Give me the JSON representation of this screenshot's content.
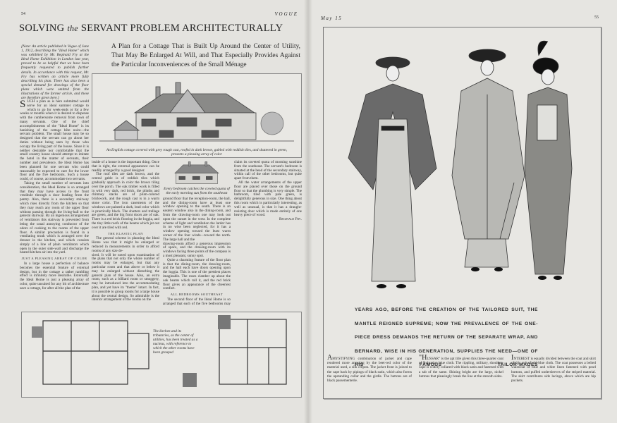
{
  "left_page": {
    "page_number": "54",
    "running_head": "VOGUE",
    "title_part1": "SOLVING",
    "title_the": "the",
    "title_part2": "SERVANT PROBLEM ARCHITECTURALLY",
    "editor_note": "[Note: An article published in Vogue of June 1, 1912, describing the \"Ideal Home\" which was exhibited by Mr. Reginald Fry at the Ideal Home Exhibition in London last year, proved to be so helpful that we have been frequently requested to publish further details. In accordance with this request, Mr. Fry has written an article more fully describing his plan. There has also been a special demand for drawings of the floor plans which were omitted from the illustrations of the former article, and these are therefore given here.]",
    "subtitle": "A Plan for a Cottage That is Built Up Around the Center of Utility, That May Be Enlarged At Will, and That Especially Provides Against the Particular Inconveniences of the Small Ménage",
    "cottage_caption": "An English cottage covered with grey rough cast, roofed in dark brown, gabled with reddish tiles, and shuttered in green, presents a pleasing array of color",
    "bedroom_caption": "Every bedroom catches the coveted quota of the early morning sun from the southeast",
    "kitchen_caption": "The kitchen and its tributaries, as the center of utilities, has been treated as a nucleus, with reference to which the other rooms have been grouped",
    "columns": {
      "c1_drop": "S",
      "c1_p1": "UCH a plan as is here submitted would serve for an ideal summer cottage to which to go for week-ends or for a few weeks or months when it is desired to dispense with the cumbersome removal from town of many servants. One of the chief accomplishments of the \"Ideal Home\" is its banishing of the cottage bête noire—the servant problem. The small house may be so designed that the servant can go about her duties without being seen by those who occupy the living part of the house. Since it is neither desirable nor comfortable that the small country house should attempt to imitate the hotel in the matter of servants, their number and prevalence, the Ideal Home has been planned for one servant who could reasonably be expected to care for the lower floor and the five bedrooms. Such a house could, of course, accommodate two servants.",
      "c1_p2": "Taking the small number of servants into consideration, the Ideal Home is so arranged that they may have access to the front vestibule through a door leading from the pantry. Also, there is a secondary stairway which rises directly from the kitchen so that they may reach any room of the upper floor without passing through the living-hall to the general stairway. By an ingenious arrangement of ventilators this stairway is prevented from being the usual annoying conductor of the odors of cooking to the rooms of the upper floor. A similar precaution is found in a ventilating trunk which is arranged over the dresser in the kitchen, and which consists simply of a line of plain ventilators which open in the outer side-wall and discharge the heated kitchen air into the yard.",
      "c1_heading": "JUST A PLEASING ARRAY OF COLOR",
      "c1_p3": "In a large house a perfection of balance becomes the essential feature of external design, but in the cottage a rather rambling effect is infinitely more desirable. Externally the Ideal Home is just a pleasing array of color, quite unsuited for any bit of architecture save a cottage, for after all the plan of the",
      "c2_p1": "inside of a house is the important thing. Once that is right, the external appearance can be readily arranged by a good designer.",
      "c2_p2": "The roof tiles are dark brown, and the central gable is of reddish tiles which gradually approach in color the brown tiling over the porch. The oak timber work is filled in with very dark, red brick, the plinths and chimney stacks are of plum-colored brickwork, and the rough cast is in a warm stone color. The iron casements of the windows are painted a dark, lead color which is practically black. The shutters and trellage are green, and the big front doors are of oak. There is a red brick flooring in the loggia, and the tiny little roofs of the beams which jut out over it are tiled with red.",
      "c2_heading": "THE ELASTIC PLAN",
      "c2_p3": "The general scheme in planning the Ideal Home was that it might be enlarged or reduced in measurements in order to afford rooms of any size de-",
      "c3_p1": "sired. It will be noted upon examination of the plans that not only the whole number of rooms may be enlarged, but that any particular room and that above or below it may be enlarged without disturbing the general plan of the house. Also, an extra room, such as a billiard room or smoggery, may be introduced into the accommodating plan, and yet have its \"theme\" intact. In fact, it is possible to group rooms for a large house about the central design. So admirable is the interior arrangement of the rooms on the",
      "c3_p2": "ground floor that the reception-room, the hall, and the dining-room have at least one window opening to the south. There is an eastern window also in the dining-room, and from the drawing-room one may look out upon the sunset in the west. In the complete scheme of light and ventilation the larder has in no wise been neglected, for it has a window opening toward the least warm corner of the four winds—toward the north. The large hall and the",
      "c4_p1": "drawing-room afford a generous impression of space, and the drawing-room with its windows facing three points of the compass is a most pleasant, sunny spot.",
      "c4_p2": "Quite a charming feature of the floor plan is that the dining-room, the drawing-room, and the hall each have doors opening upon the loggia. This is one of the prettiest places imaginable. The roses clamber up about the oak beams which roll it, and the red brick floor gives an appearance of the cheeriest comfort.",
      "c4_heading": "ALL BEDROOMS SOUTHEAST",
      "c4_p3": "The second floor of the Ideal Home is so arranged that each of the five bedrooms may claim its coveted quota of morning sunshine from the southeast. The servant's bedroom is situated at the head of the secondary stairway, within call of the other bedrooms, but quite apart from them.",
      "c4_p4": "All the water arrangements of the upper floor are placed over those on the ground floor so that the plumbing is very simple. The bathroom, tiled with pale green, is delightfully generous in size. One thing about this room which is particularly interesting, as well as unusual, is that it has a draught-resisting door which is made entirely of one heavy piece of wood.",
      "signature": "Reginald Fry."
    }
  },
  "right_page": {
    "running_head": "May 15",
    "page_number": "55",
    "headline": "YEARS AGO, BEFORE THE CREATION OF THE TAILORED SUIT, THE MANTLE REIGNED SUPREME; NOW THE PREVALENCE OF THE ONE-PIECE DRESS DEMANDS THE RETURN OF THE SEPARATE WRAP, AND BERNARD, WISE IN HIS GENERATION, SUPPLIES THE NEED—ONE OF HIS FAMOUS TAILOR-MADES",
    "descriptions": [
      {
        "lead": "A",
        "caps": "MYSTIFYING",
        "text": " combination of jacket and cape rendered more arresting by the beet-red color of the material used, a silk crêpon. The jacket front is joined to the cape back by pipings of black satin, which also forms the upstanding collar and the girdle. The buttons are of black passementerie."
      },
      {
        "lead": "\"H",
        "caps": "USSAR\"",
        "text": " is the apt title given this three-quarter coat of Bulgarian blue cloth. The rippling, military, shoulder-cape is widely collared with black satin and fastened with a tab of the same. Shining bright are the large, nickel buttons that pleasingly break the line at the smooth sides."
      },
      {
        "lead": "I",
        "caps": "NTEREST",
        "text": " is equally divided between the coat and skirt of this suit of old-blue cloth. The coat possesses a belted waistcoat of blue and white linen fastened with pearl buttons, and puffed undersleeves of the striped material. The skirt contributes side lacings, above which are hip pockets."
      }
    ]
  },
  "colors": {
    "paper": "#e4e3df",
    "ink": "#2a2a2a",
    "frame": "#777777"
  }
}
